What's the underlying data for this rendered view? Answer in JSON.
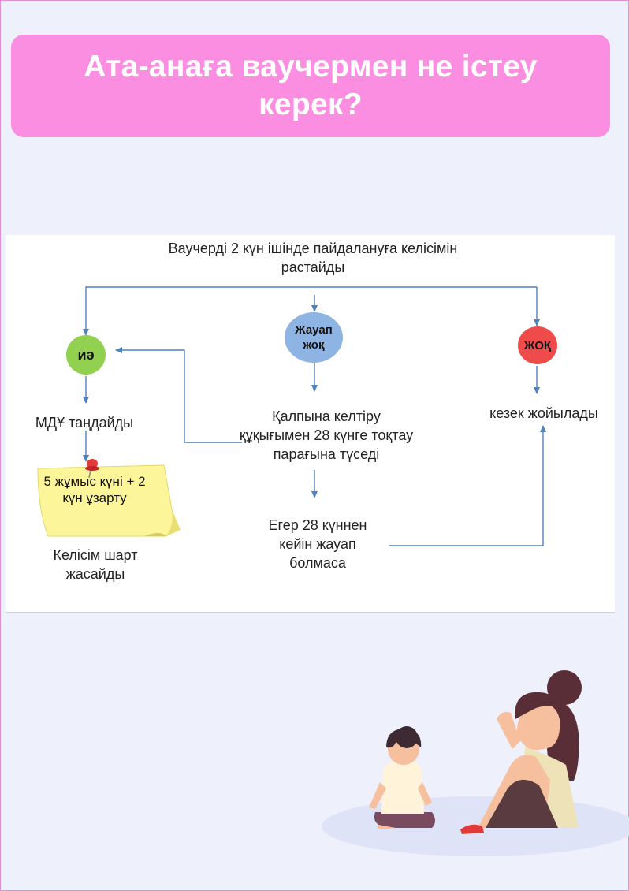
{
  "title": "Ата-анаға ваучермен не істеу керек?",
  "flowchart": {
    "top_step": "Ваучерді 2 күн ішінде пайдалануға келісімін растайды",
    "node_yes": "иә",
    "node_no_answer": "Жауап жоқ",
    "node_no": "ЖОҚ",
    "yes_step_1": "МДҰ таңдайды",
    "yes_sticky_note": "5 жұмыс күні + 2 күн ұзарту",
    "yes_step_2": "Келісім шарт жасайды",
    "no_answer_step_1": "Қалпына келтіру құқығымен 28 күнге тоқтау парағына түседі",
    "no_answer_step_2": "Егер  28 күннен кейін жауап болмаса",
    "no_step_1": "кезек жойылады"
  },
  "colors": {
    "banner": "#fc8ee2",
    "yes_node": "#92d050",
    "no_answer_node": "#8eb4e3",
    "no_node": "#f04b4b",
    "connector": "#4f81bd",
    "sticky_note": "#fdf59a"
  }
}
